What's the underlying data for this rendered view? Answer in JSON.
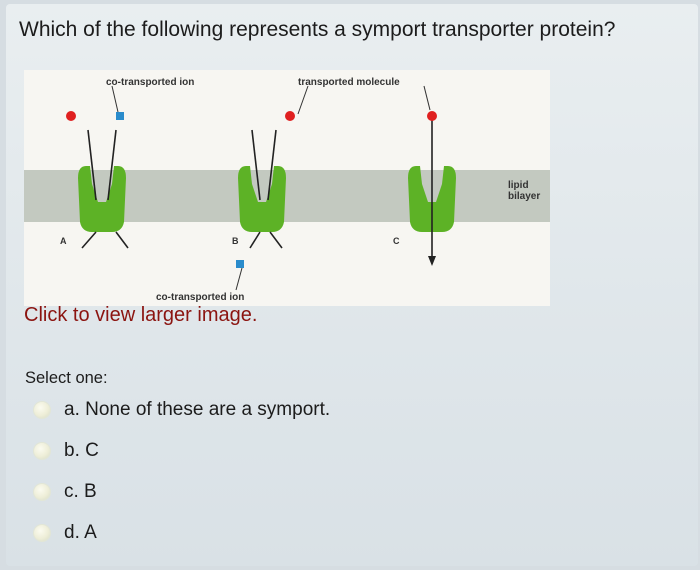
{
  "question": "Which of the following represents a symport transporter protein?",
  "figure": {
    "label_top_left": "co-transported ion",
    "label_top_right": "transported molecule",
    "label_lipid": [
      "lipid",
      "bilayer"
    ],
    "label_bottom": "co-transported ion",
    "protein_labels": [
      "A",
      "B",
      "C"
    ],
    "colors": {
      "protein": "#5db226",
      "bilayer": "#c3c9c0",
      "molecule_red": "#e02020",
      "ion_blue": "#2a8ccc"
    }
  },
  "view_link": "Click to view larger image.",
  "select_prompt": "Select one:",
  "options": [
    {
      "label": "a. None of these are a symport."
    },
    {
      "label": "b. C"
    },
    {
      "label": "c. B"
    },
    {
      "label": "d. A"
    }
  ]
}
